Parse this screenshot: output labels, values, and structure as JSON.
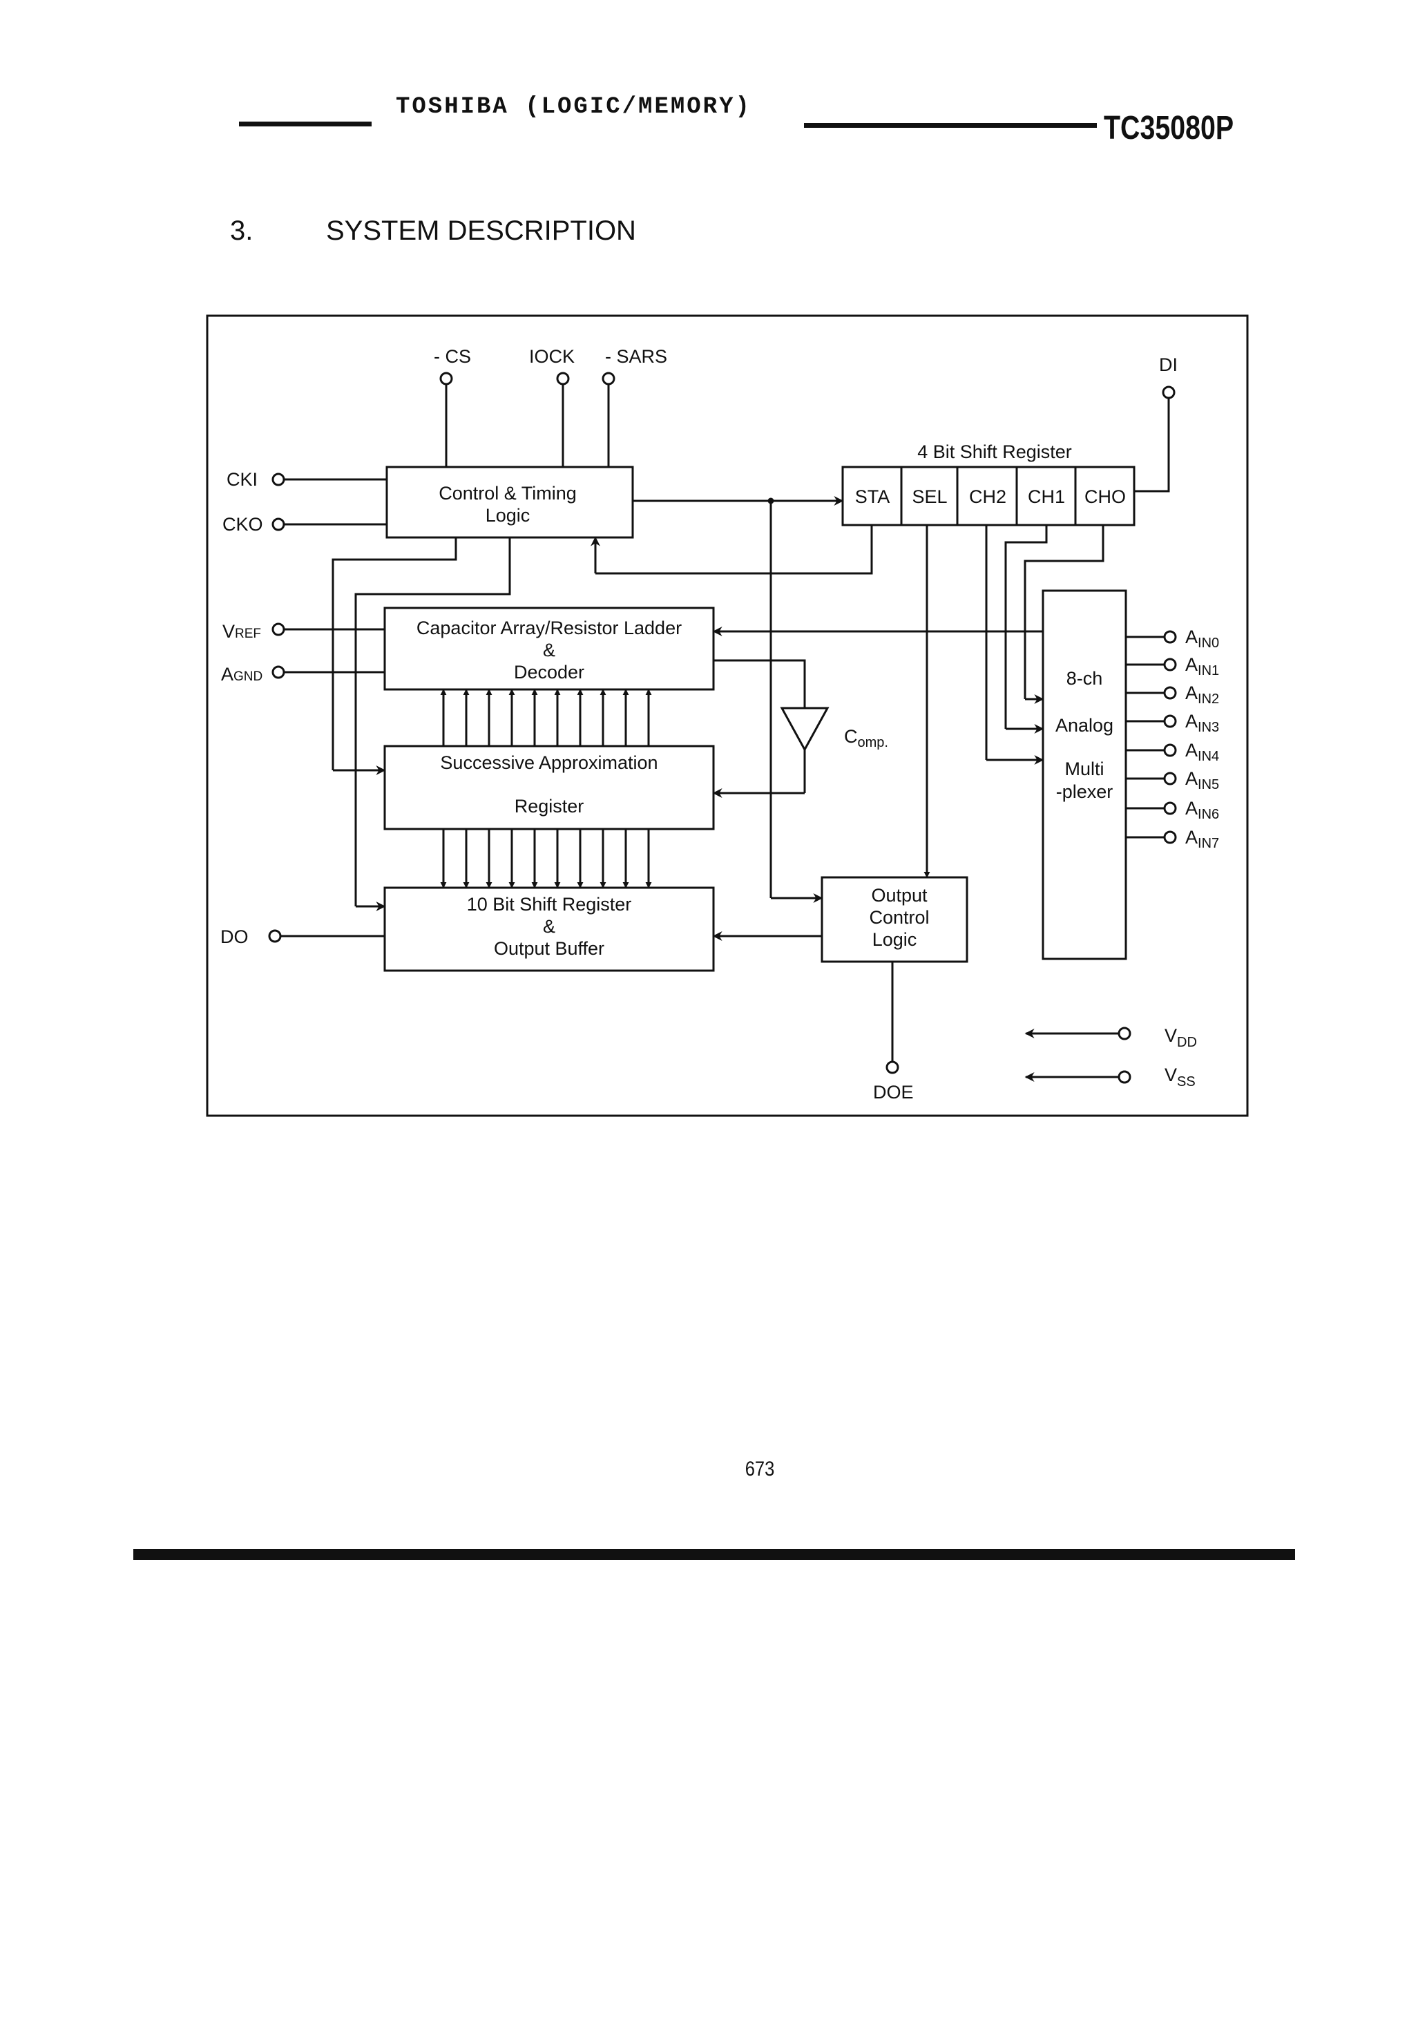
{
  "header": {
    "company": "TOSHIBA (LOGIC/MEMORY)",
    "part_number": "TC35080P"
  },
  "section": {
    "number": "3.",
    "title": "SYSTEM DESCRIPTION"
  },
  "diagram": {
    "pins": {
      "cs": "- CS",
      "iock": "IOCK",
      "sars": "- SARS",
      "di": "DI",
      "cki": "CKI",
      "cko": "CKO",
      "vref_main": "V",
      "vref_sub": "REF",
      "agnd_main": "A",
      "agnd_sub": "GND",
      "do": "DO",
      "doe": "DOE",
      "vdd_main": "V",
      "vdd_sub": "DD",
      "vss_main": "V",
      "vss_sub": "SS"
    },
    "blocks": {
      "control_line1": "Control & Timing",
      "control_line2": "Logic",
      "cap_line1": "Capacitor Array/Resistor Ladder",
      "cap_line2": "&",
      "cap_line3": "Decoder",
      "sar_line1": "Successive Approximation",
      "sar_line2": "Register",
      "shift10_line1": "10 Bit Shift Register",
      "shift10_line2": "&",
      "shift10_line3": "Output Buffer",
      "outctl_line1": "Output",
      "outctl_line2": "Control",
      "outctl_line3": "Logic",
      "shift4_title": "4 Bit Shift Register",
      "shift4_cells": [
        "STA",
        "SEL",
        "CH2",
        "CH1",
        "CHO"
      ],
      "mux_line1": "8-ch",
      "mux_line2": "Analog",
      "mux_line3": "Multi",
      "mux_line4": "-plexer",
      "comp_main": "C",
      "comp_sub": "omp."
    },
    "analog_inputs": [
      {
        "main": "A",
        "sub": "IN0"
      },
      {
        "main": "A",
        "sub": "IN1"
      },
      {
        "main": "A",
        "sub": "IN2"
      },
      {
        "main": "A",
        "sub": "IN3"
      },
      {
        "main": "A",
        "sub": "IN4"
      },
      {
        "main": "A",
        "sub": "IN5"
      },
      {
        "main": "A",
        "sub": "IN6"
      },
      {
        "main": "A",
        "sub": "IN7"
      }
    ]
  },
  "footer": {
    "page_number": "673"
  }
}
